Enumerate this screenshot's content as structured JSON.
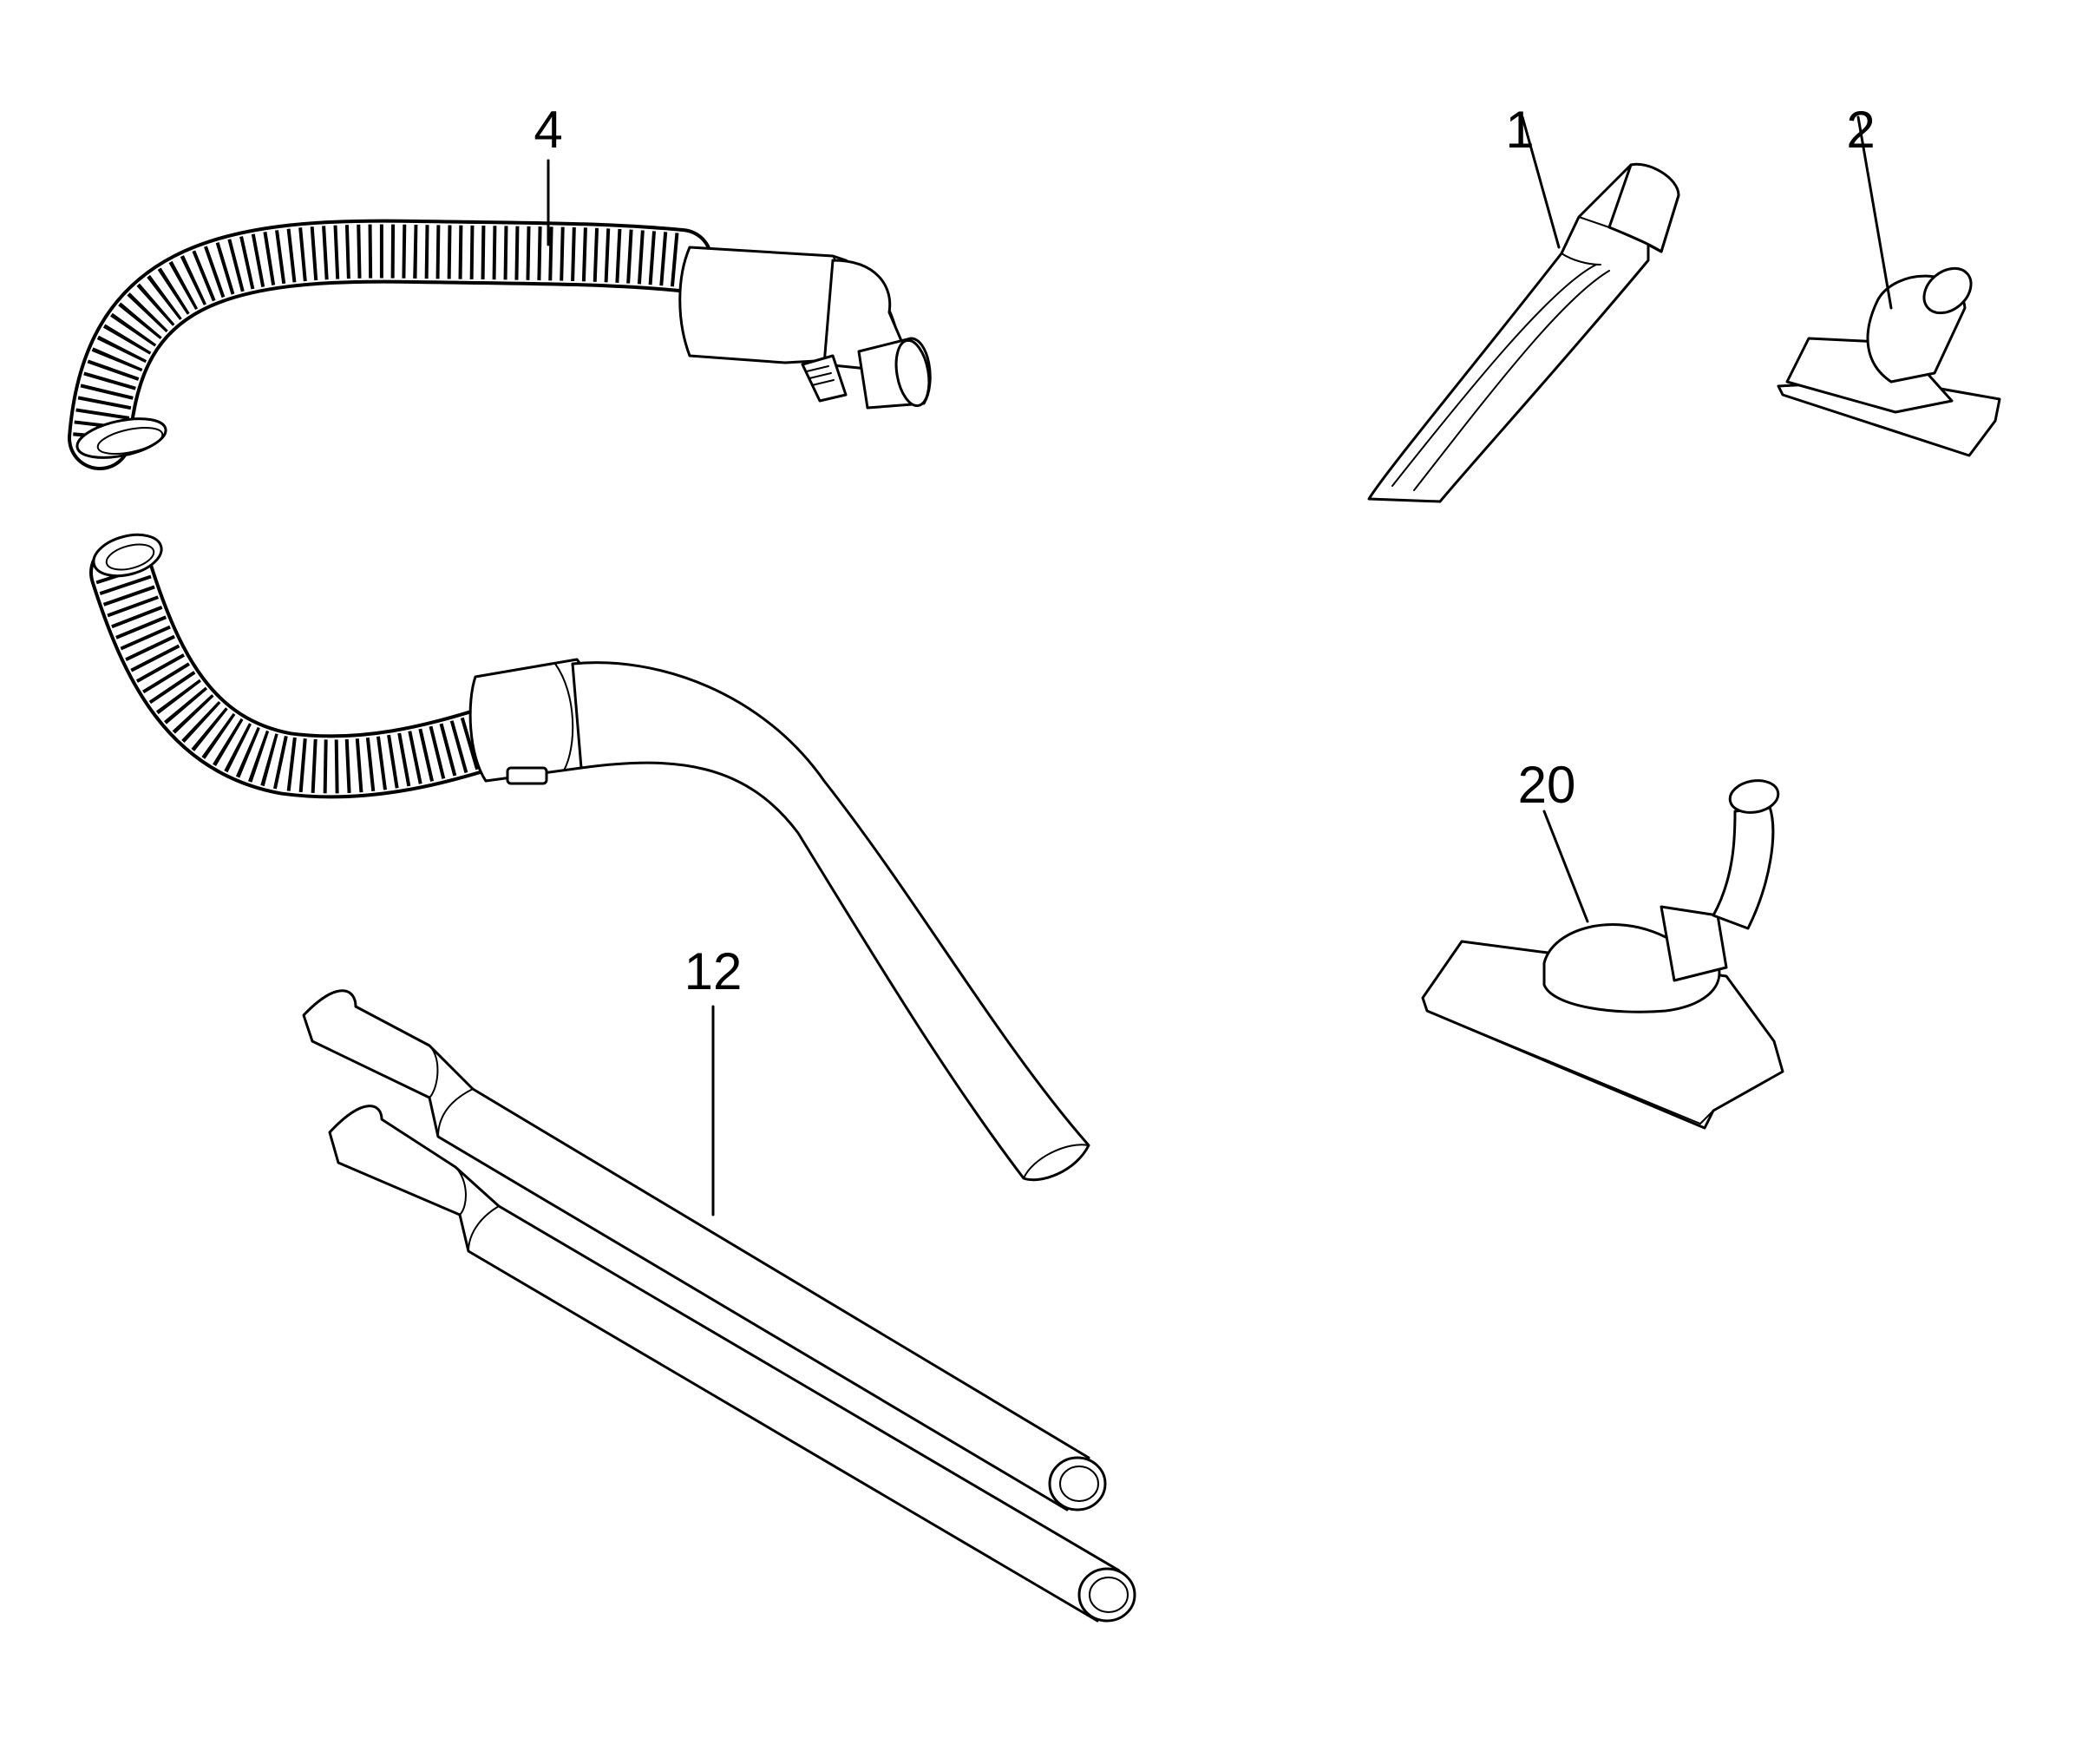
{
  "parts": [
    {
      "id": "part-4",
      "label": "4"
    },
    {
      "id": "part-1",
      "label": "1"
    },
    {
      "id": "part-2",
      "label": "2"
    },
    {
      "id": "part-20",
      "label": "20"
    },
    {
      "id": "part-12",
      "label": "12"
    }
  ],
  "colors": {
    "line": "#000000",
    "background": "#ffffff"
  }
}
